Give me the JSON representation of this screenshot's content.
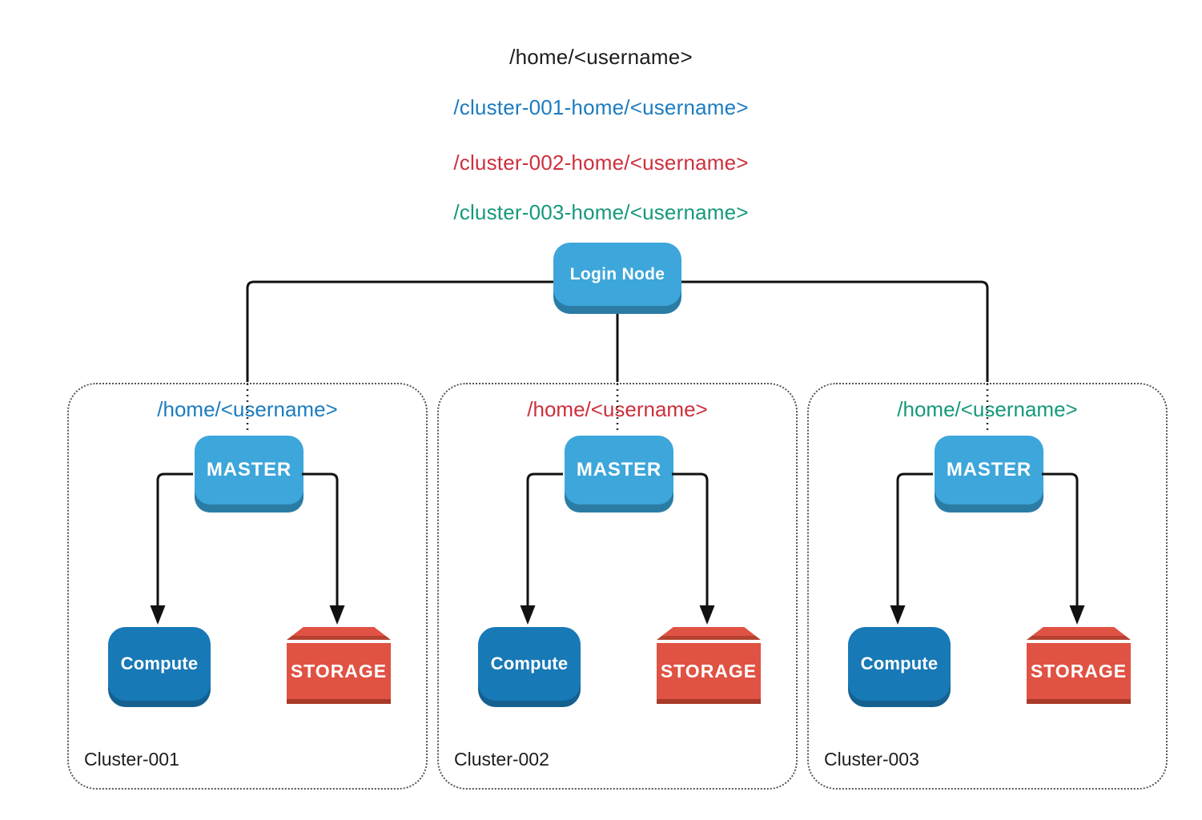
{
  "header": {
    "paths": [
      {
        "text": "/home/<username>",
        "color": "#1d1d1d"
      },
      {
        "text": "/cluster-001-home/<username>",
        "color": "#1b7cc0"
      },
      {
        "text": "/cluster-002-home/<username>",
        "color": "#ce2f3c"
      },
      {
        "text": "/cluster-003-home/<username>",
        "color": "#15997a"
      }
    ]
  },
  "login_node": {
    "label": "Login Node"
  },
  "clusters": [
    {
      "name": "Cluster-001",
      "home_path": "/home/<username>",
      "home_path_color": "#1b7cc0",
      "master_label": "MASTER",
      "compute_label": "Compute",
      "storage_label": "STORAGE"
    },
    {
      "name": "Cluster-002",
      "home_path": "/home/<username>",
      "home_path_color": "#ce2f3c",
      "master_label": "MASTER",
      "compute_label": "Compute",
      "storage_label": "STORAGE"
    },
    {
      "name": "Cluster-003",
      "home_path": "/home/<username>",
      "home_path_color": "#15997a",
      "master_label": "MASTER",
      "compute_label": "Compute",
      "storage_label": "STORAGE"
    }
  ],
  "colors": {
    "node_blue_light": "#3da6da",
    "node_blue_light_shadow": "#2b7ca5",
    "node_blue_dark": "#1879b7",
    "node_blue_dark_shadow": "#14608f",
    "storage_red": "#e05243",
    "storage_red_dark": "#a83a28",
    "storage_lid_edge": "#b44230",
    "connector_line": "#111111"
  }
}
